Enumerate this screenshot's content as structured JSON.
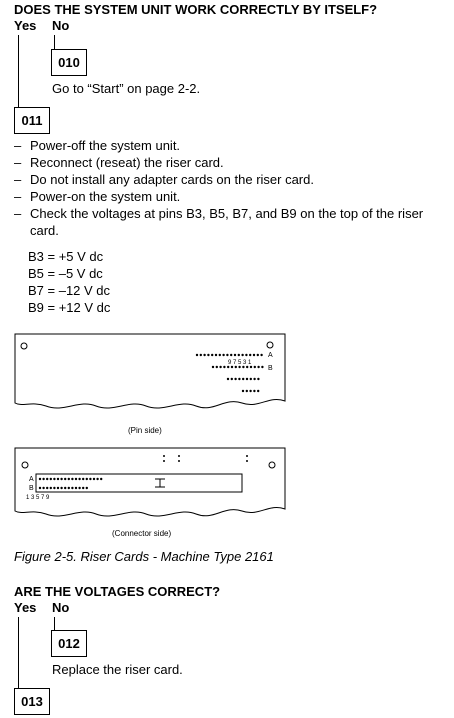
{
  "section1": {
    "question": "DOES THE SYSTEM UNIT WORK CORRECTLY BY ITSELF?",
    "yes": "Yes",
    "no": "No",
    "box_no": "010",
    "no_action": "Go to “Start” on page 2-2.",
    "box_yes": "011"
  },
  "steps": {
    "dash": "–",
    "items": [
      "Power-off the system unit.",
      "Reconnect (reseat) the riser card.",
      "Do not install any adapter cards on the riser card.",
      "Power-on the system unit.",
      "Check the voltages at pins B3, B5, B7, and B9 on the top of the riser card."
    ]
  },
  "voltages": [
    "B3 = +5 V dc",
    "B5 = –5 V dc",
    "B7 = –12 V dc",
    "B9 = +12 V dc"
  ],
  "figure": {
    "pin_side": {
      "row_a": "A",
      "row_b": "B",
      "pin_numbers": "9 7 5 3 1",
      "caption": "(Pin side)"
    },
    "connector_side": {
      "row_a": "A",
      "row_b": "B",
      "pin_numbers": "1 3 5 7 9",
      "caption": "(Connector side)"
    },
    "caption": "Figure   2-5. Riser Cards - Machine Type 2161"
  },
  "section2": {
    "question": "ARE THE VOLTAGES CORRECT?",
    "yes": "Yes",
    "no": "No",
    "box_no": "012",
    "no_action": "Replace the riser card.",
    "box_yes": "013"
  }
}
